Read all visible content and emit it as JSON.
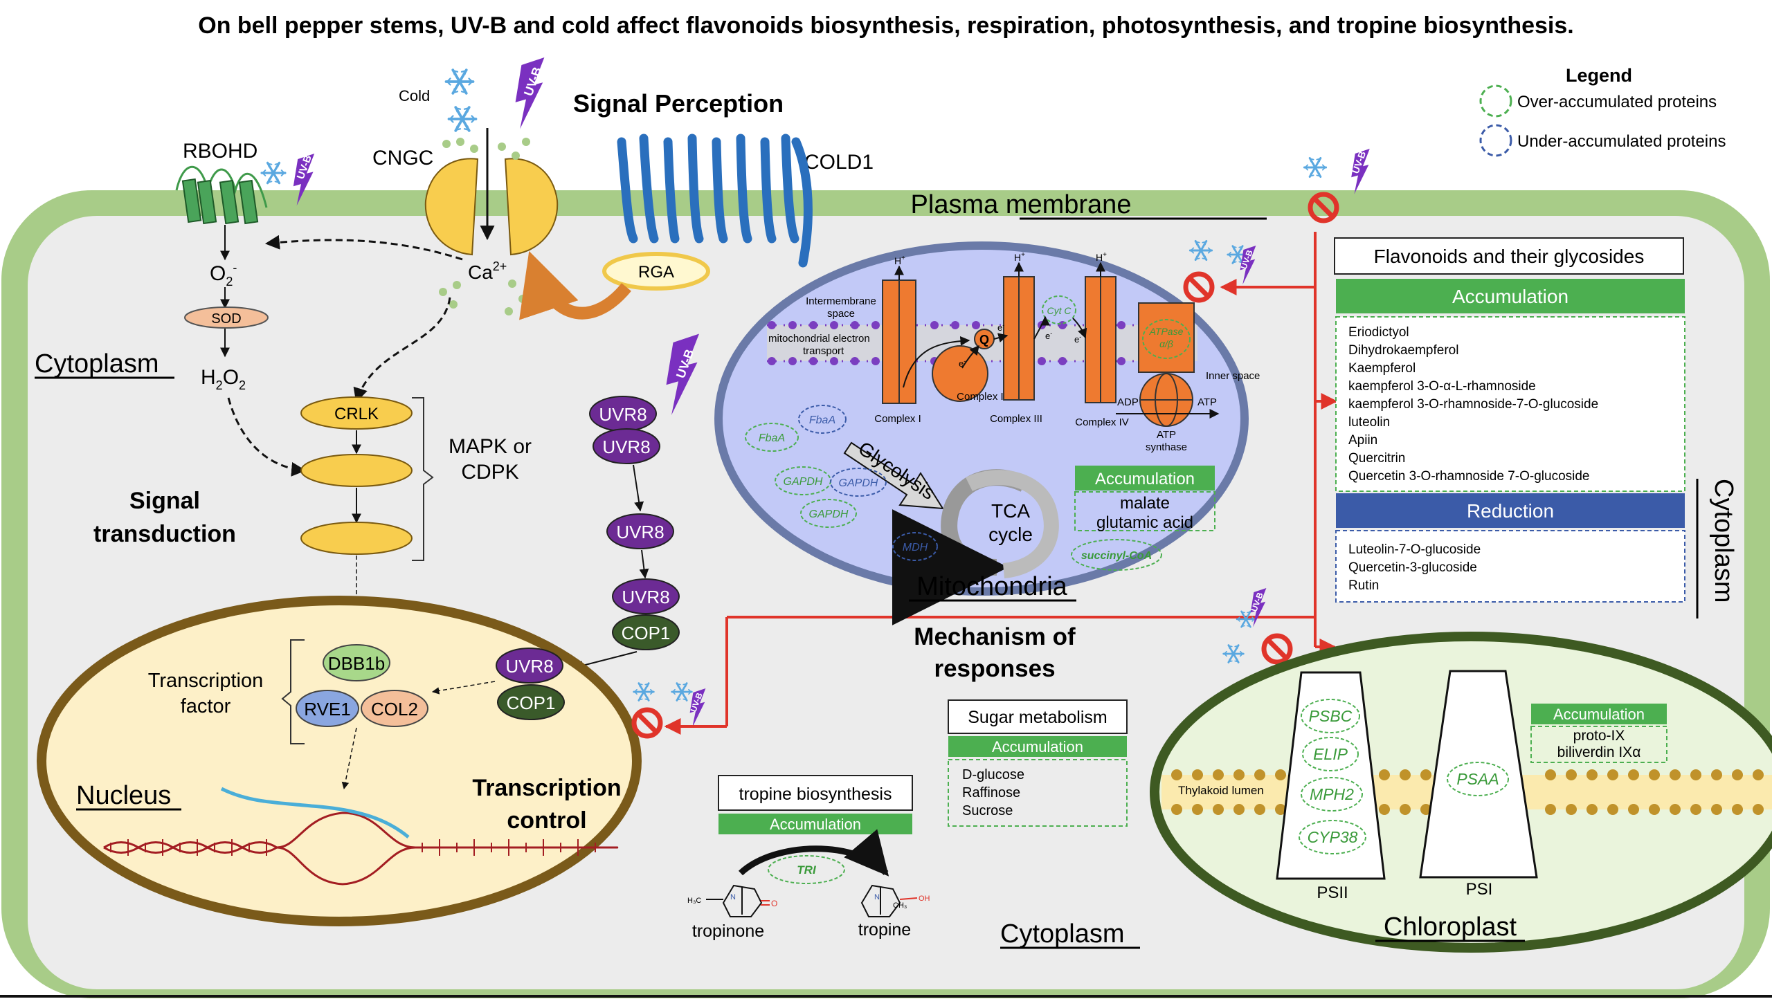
{
  "title": "On bell pepper stems, UV-B and cold affect flavonoids biosynthesis, respiration, photosynthesis, and tropine biosynthesis.",
  "legend": {
    "heading": "Legend",
    "items": [
      {
        "label": "Over-accumulated proteins",
        "color": "#4caf50"
      },
      {
        "label": "Under-accumulated proteins",
        "color": "#3b5ba8"
      }
    ]
  },
  "stimuli": {
    "cold": "Cold",
    "uvb": "UV-B"
  },
  "signal_perception": {
    "heading": "Signal Perception",
    "rbohd": "RBOHD",
    "cngc": "CNGC",
    "cold1": "COLD1",
    "rga": "RGA",
    "ca": "Ca",
    "ca_sup": "2+",
    "o2": "O",
    "o2_sub": "2",
    "o2_sup": "-",
    "sod": "SOD",
    "h2o2_h": "H",
    "h2o2_2a": "2",
    "h2o2_o": "O",
    "h2o2_2b": "2"
  },
  "regions": {
    "plasma_membrane": "Plasma membrane",
    "cytoplasm_left": "Cytoplasm",
    "cytoplasm_right": "Cytoplasm",
    "cytoplasm_bottom": "Cytoplasm",
    "nucleus": "Nucleus",
    "mitochondria": "Mitochondria",
    "chloroplast": "Chloroplast"
  },
  "signal_transduction": {
    "heading_line1": "Signal",
    "heading_line2": "transduction",
    "crlk": "CRLK",
    "mapk_line1": "MAPK or",
    "mapk_line2": "CDPK"
  },
  "uvr8": {
    "uvr8": "UVR8",
    "cop1": "COP1"
  },
  "nucleus": {
    "tf_line1": "Transcription",
    "tf_line2": "factor",
    "dbb1b": "DBB1b",
    "rve1": "RVE1",
    "col2": "COL2",
    "tc_line1": "Transcription",
    "tc_line2": "control"
  },
  "mechanism": {
    "line1": "Mechanism of",
    "line2": "responses"
  },
  "mitochondria": {
    "intermembrane_line1": "Intermembrane",
    "intermembrane_line2": "space",
    "met_line1": "mitochondrial electron",
    "met_line2": "transport",
    "hplus": "H",
    "hplus_sup": "+",
    "complex1": "Complex I",
    "complex2": "Complex II",
    "complex3": "Complex III",
    "complex4": "Complex IV",
    "q": "Q",
    "cytc": "Cyt C",
    "electron": "e",
    "electron_sup": "-",
    "atpase_line1": "ATPase",
    "atpase_line2": "α/β",
    "inner_space": "Inner space",
    "adp": "ADP",
    "atp": "ATP",
    "atp_synthase_line1": "ATP",
    "atp_synthase_line2": "synthase",
    "glycolysis": "Glycolysis",
    "tca_line1": "TCA",
    "tca_line2": "cycle",
    "fbaa": "FbaA",
    "gapdh": "GAPDH",
    "mdh": "MDH",
    "succinyl": "succinyl-CoA",
    "accumulation": "Accumulation",
    "metabolites": [
      "malate",
      "glutamic acid"
    ]
  },
  "flavonoids": {
    "heading": "Flavonoids and their glycosides",
    "accumulation": "Accumulation",
    "accumulated": [
      "Eriodictyol",
      "Dihydrokaempferol",
      "Kaempferol",
      "kaempferol 3-O-α-L-rhamnoside",
      "kaempferol 3-O-rhamnoside-7-O-glucoside",
      "luteolin",
      "Apiin",
      "Quercitrin",
      "Quercetin 3-O-rhamnoside 7-O-glucoside"
    ],
    "reduction": "Reduction",
    "reduced": [
      "Luteolin-7-O-glucoside",
      "Quercetin-3-glucoside",
      "Rutin"
    ]
  },
  "sugar": {
    "heading": "Sugar metabolism",
    "accumulation": "Accumulation",
    "items": [
      "D-glucose",
      "Raffinose",
      "Sucrose"
    ]
  },
  "tropine": {
    "heading": "tropine biosynthesis",
    "accumulation": "Accumulation",
    "tri": "TRI",
    "tropinone": "tropinone",
    "tropine": "tropine",
    "h3c": "H₃C",
    "ch3": "CH₃",
    "n": "N",
    "o": "O",
    "oh": "OH"
  },
  "chloroplast": {
    "psbc": "PSBC",
    "elip": "ELIP",
    "mph2": "MPH2",
    "cyp38": "CYP38",
    "psaa": "PSAA",
    "psii": "PSII",
    "psi": "PSI",
    "thylakoid": "Thylakoid lumen",
    "accumulation": "Accumulation",
    "metabolites": [
      "proto-IX",
      "biliverdin IXα"
    ]
  },
  "colors": {
    "over": "#4caf50",
    "under": "#3b5ba8",
    "cell_wall": "#a8cc88",
    "cytoplasm": "#ececec",
    "mito_fill": "#c2c9f7",
    "mito_edge": "#6a7aa8",
    "nucleus_fill": "#fdf0c8",
    "nucleus_edge": "#7a5a1a",
    "chloro_fill": "#eaf4dc",
    "chloro_edge": "#3e5a22",
    "uvb": "#7a30c0",
    "red": "#e0342a",
    "complex": "#ee7a30",
    "yellow": "#f8cd4e",
    "uvr8": "#6c2b94",
    "cop1": "#3a5a2a",
    "snow": "#5aa8e0"
  }
}
